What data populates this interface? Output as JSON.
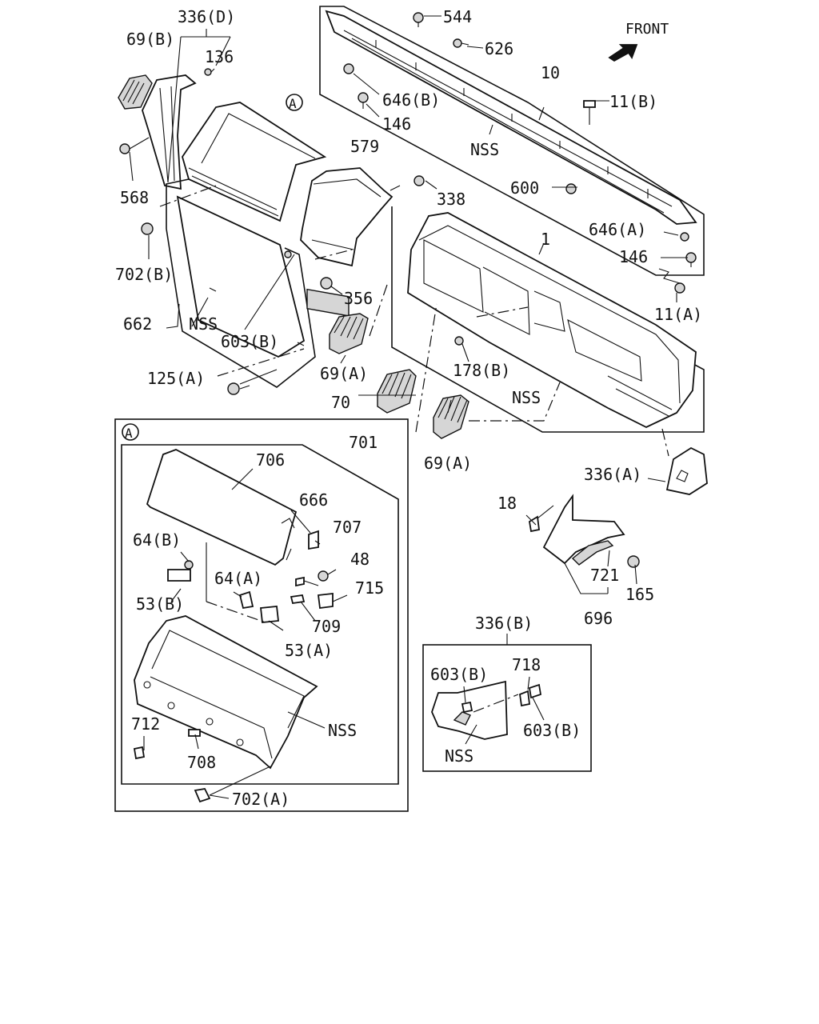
{
  "front_label": "FRONT",
  "callout_letter": "A",
  "labels": {
    "l336d": "336(D)",
    "l69b": "69(B)",
    "l136": "136",
    "l568": "568",
    "l702b": "702(B)",
    "l662": "662",
    "lnss1": "NSS",
    "l603b_1": "603(B)",
    "l125a": "125(A)",
    "l579": "579",
    "l338": "338",
    "l356": "356",
    "l69a_1": "69(A)",
    "l70": "70",
    "l69a_2": "69(A)",
    "l544": "544",
    "l626": "626",
    "l10": "10",
    "l646b": "646(B)",
    "l146_1": "146",
    "lnss2": "NSS",
    "l11b": "11(B)",
    "l600": "600",
    "l646a": "646(A)",
    "l146_2": "146",
    "l11a": "11(A)",
    "l1": "1",
    "l178b": "178(B)",
    "lnss3": "NSS",
    "l336a": "336(A)",
    "l18": "18",
    "l721": "721",
    "l165": "165",
    "l696": "696",
    "l336b": "336(B)",
    "l603b_2": "603(B)",
    "l718": "718",
    "l603b_3": "603(B)",
    "lnss4": "NSS",
    "l701": "701",
    "l706": "706",
    "l666": "666",
    "l707": "707",
    "l48": "48",
    "l715": "715",
    "l64b": "64(B)",
    "l64a": "64(A)",
    "l53b": "53(B)",
    "l709": "709",
    "l53a": "53(A)",
    "l712": "712",
    "l708": "708",
    "lnss5": "NSS",
    "l702a": "702(A)"
  }
}
